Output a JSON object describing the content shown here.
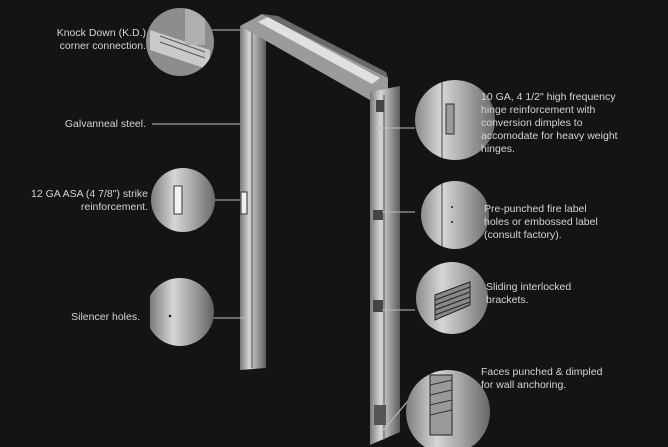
{
  "callouts": {
    "kd_corner": "Knock Down (K.D.) corner connection.",
    "galvanneal": "Galvanneal steel.",
    "strike": "12 GA ASA (4 7/8\") strike reinforcement.",
    "silencer": "Silencer holes.",
    "hinge": "10 GA, 4 1/2\" high frequency hinge reinforcement with conversion dimples to accomodate for heavy weight hinges.",
    "fire_label": "Pre-punched fire label holes or embossed label (consult factory).",
    "brackets": "Sliding interlocked brackets.",
    "anchoring": "Faces punched & dimpled for wall anchoring."
  },
  "colors": {
    "background": "#141414",
    "steel_light": "#c8c8c8",
    "steel_dark": "#6e6e6e",
    "leader": "#bdbdbd"
  }
}
